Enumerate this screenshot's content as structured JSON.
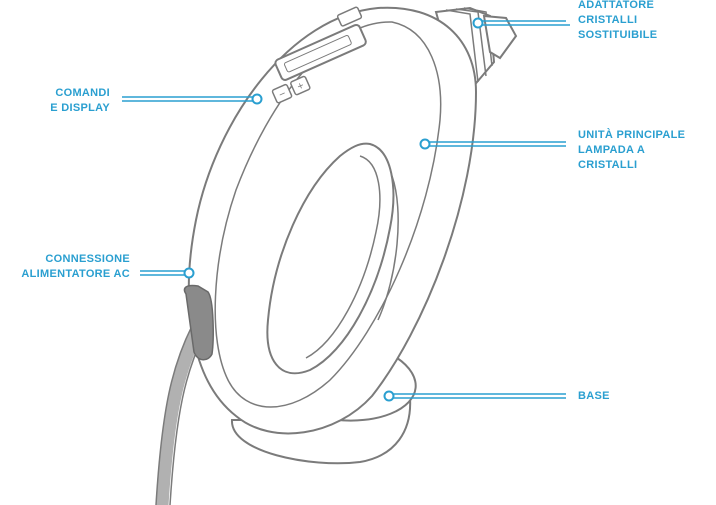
{
  "colors": {
    "accent": "#2a9fd0",
    "outline": "#7b7b7b",
    "cable": "#b1b1b1",
    "plug": "#8a8a8a",
    "body": "#ffffff"
  },
  "labels": {
    "adapter": "ADATTATORE\nCRISTALLI\nSOSTITUIBILE",
    "controls": "COMANDI\nE DISPLAY",
    "main_unit": "UNITÀ PRINCIPALE\nLAMPADA A\nCRISTALLI",
    "power": "CONNESSIONE\nALIMENTATORE AC",
    "base": "BASE"
  },
  "controls": {
    "minus": "−",
    "plus": "+"
  }
}
